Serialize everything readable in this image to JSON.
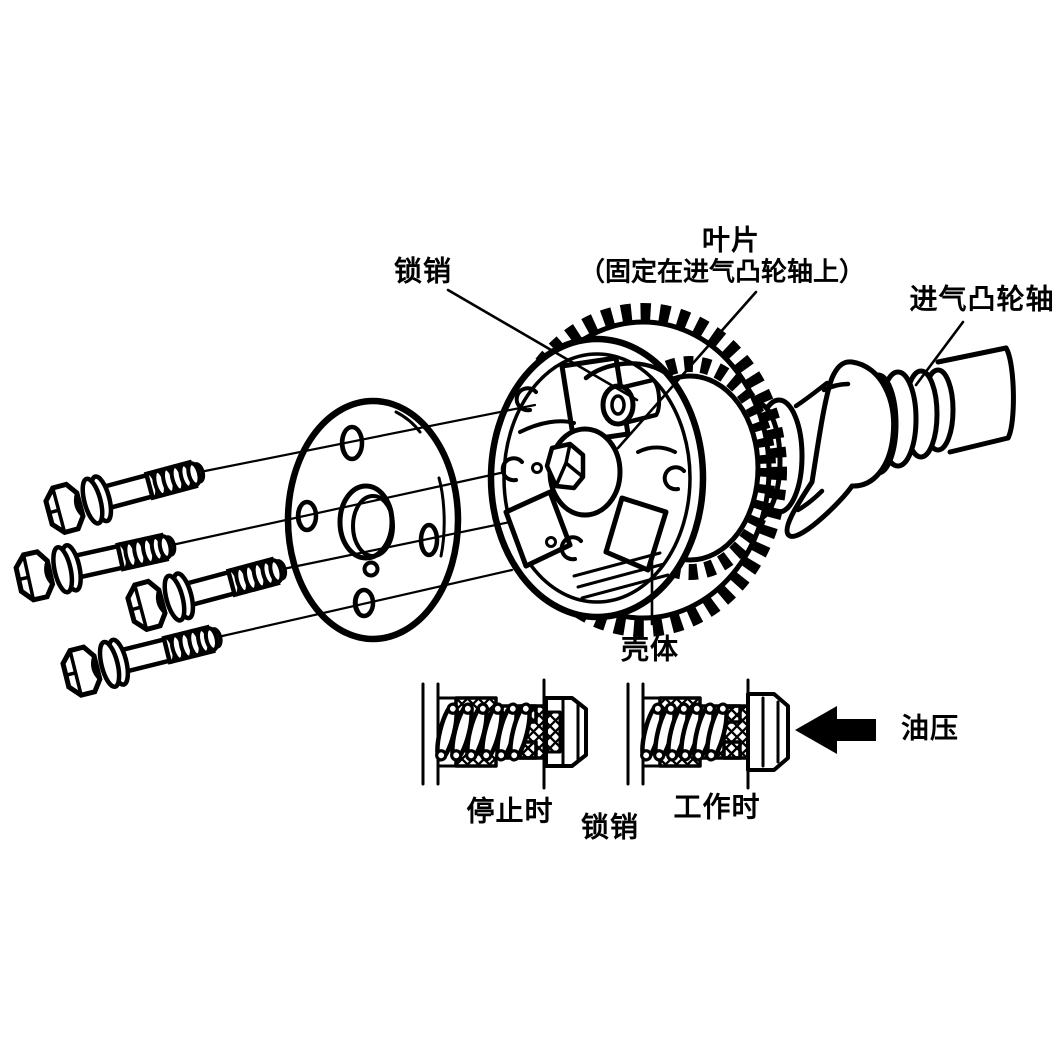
{
  "figure": {
    "description_type": "vvt-camshaft-exploded-diagram",
    "background_color": "#ffffff",
    "line_color": "#000000",
    "labels": {
      "lock_pin_callout": "锁销",
      "vane_title": "叶片",
      "vane_subtitle": "（固定在进气凸轮轴上）",
      "intake_camshaft": "进气凸轮轴",
      "housing": "壳体",
      "pin_stopped": "停止时",
      "pin_label": "锁销",
      "pin_working": "工作时",
      "oil_pressure": "油压"
    }
  }
}
